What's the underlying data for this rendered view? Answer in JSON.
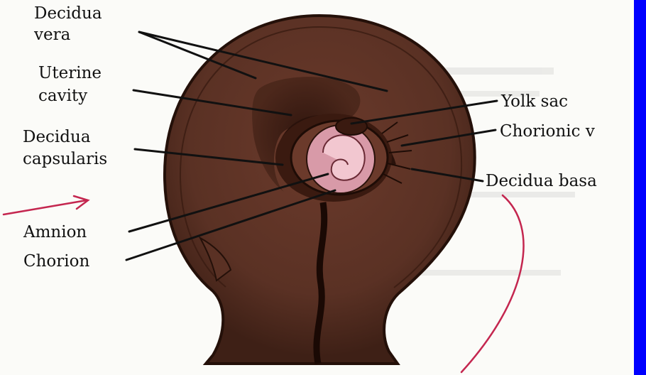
{
  "labels": {
    "decidua_vera_1": "Decidua",
    "decidua_vera_2": "vera",
    "uterine_cavity_1": "Uterine",
    "uterine_cavity_2": "cavity",
    "decidua_capsularis_1": "Decidua",
    "decidua_capsularis_2": "capsularis",
    "amnion": "Amnion",
    "chorion": "Chorion",
    "yolk_sac": "Yolk sac",
    "chorionic_villi": "Chorionic v",
    "decidua_basalis": "Decidua basa"
  },
  "colors": {
    "uterus": "#5b3225",
    "uterus_dark": "#2a120b",
    "embryo": "#e7b1bd",
    "annotation": "#c4264f",
    "side_bar": "#0000ff"
  }
}
